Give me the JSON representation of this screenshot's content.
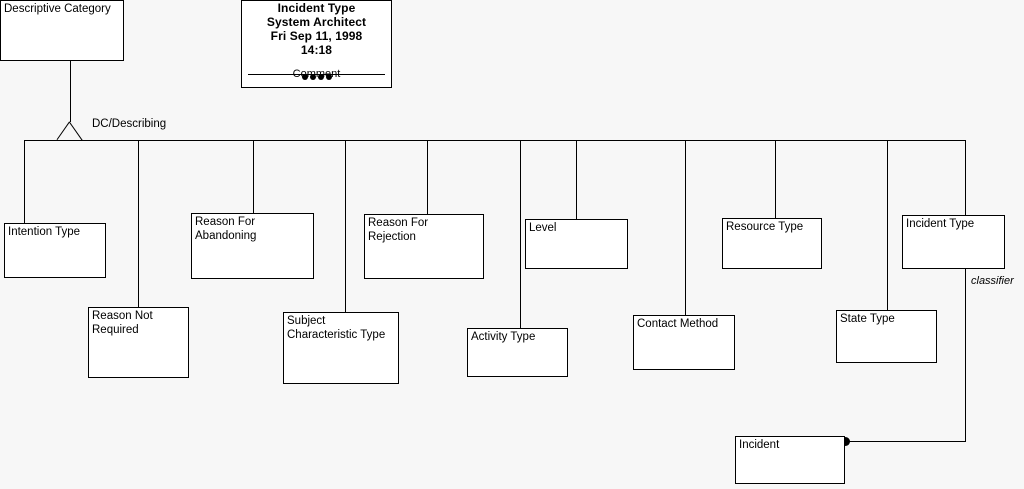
{
  "diagram": {
    "type": "uml-class-diagram",
    "background_color": "#f7f7f7",
    "box_fill_color": "#ffffff",
    "line_color": "#000000"
  },
  "title_block": {
    "name": "Incident Type",
    "tool": "System Architect",
    "date": "Fri Sep 11, 1998",
    "time": "14:18",
    "comment_label": "Comment",
    "comment_dot_count": 4
  },
  "parent": {
    "label": "Descriptive Category"
  },
  "relationship": {
    "generalization_label": "DC/Describing",
    "classifier_label": "classifier"
  },
  "subtypes": [
    {
      "label": "Intention Type"
    },
    {
      "label": "Reason Not\nRequired"
    },
    {
      "label": "Reason For\nAbandoning"
    },
    {
      "label": "Subject\nCharacteristic Type"
    },
    {
      "label": "Reason For\nRejection"
    },
    {
      "label": "Activity Type"
    },
    {
      "label": "Level"
    },
    {
      "label": "Contact Method"
    },
    {
      "label": "Resource Type"
    },
    {
      "label": "State Type"
    },
    {
      "label": "Incident Type"
    }
  ],
  "associated": {
    "label": "Incident"
  }
}
